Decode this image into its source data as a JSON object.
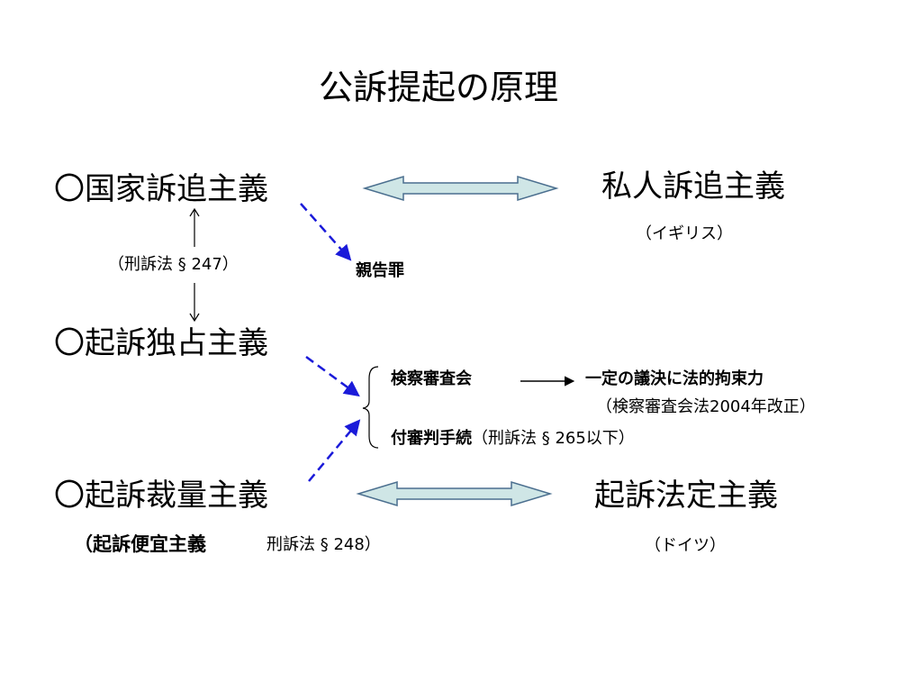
{
  "slide": {
    "title": "公訴提起の原理",
    "left": {
      "state_prosecution": "〇国家訴追主義",
      "prosecutorial_monopoly": "〇起訴独占主義",
      "prosecutorial_discretion": "〇起訴裁量主義",
      "discretion_note_bold": "（起訴便宜主義",
      "discretion_note_ref": "刑訴法 § 248）",
      "monopoly_ref": "（刑訴法 § 247）"
    },
    "right": {
      "private_prosecution": "私人訴追主義",
      "private_country": "（イギリス）",
      "mandatory_prosecution": "起訴法定主義",
      "mandatory_country": "（ドイツ）"
    },
    "exceptions": {
      "complaint_offense": "親告罪",
      "inquest_committee": "検察審査会",
      "binding_resolution": "一定の議決に法的拘束力",
      "binding_resolution_ref": "（検察審査会法2004年改正）",
      "quasi_prosecution_bold": "付審判手続",
      "quasi_prosecution_ref": "（刑訴法 § 265以下）"
    }
  },
  "colors": {
    "dashed_arrow": "#1a1ad9",
    "double_arrow_fill": "#cfe6e6",
    "double_arrow_stroke": "#4b6f8f"
  }
}
